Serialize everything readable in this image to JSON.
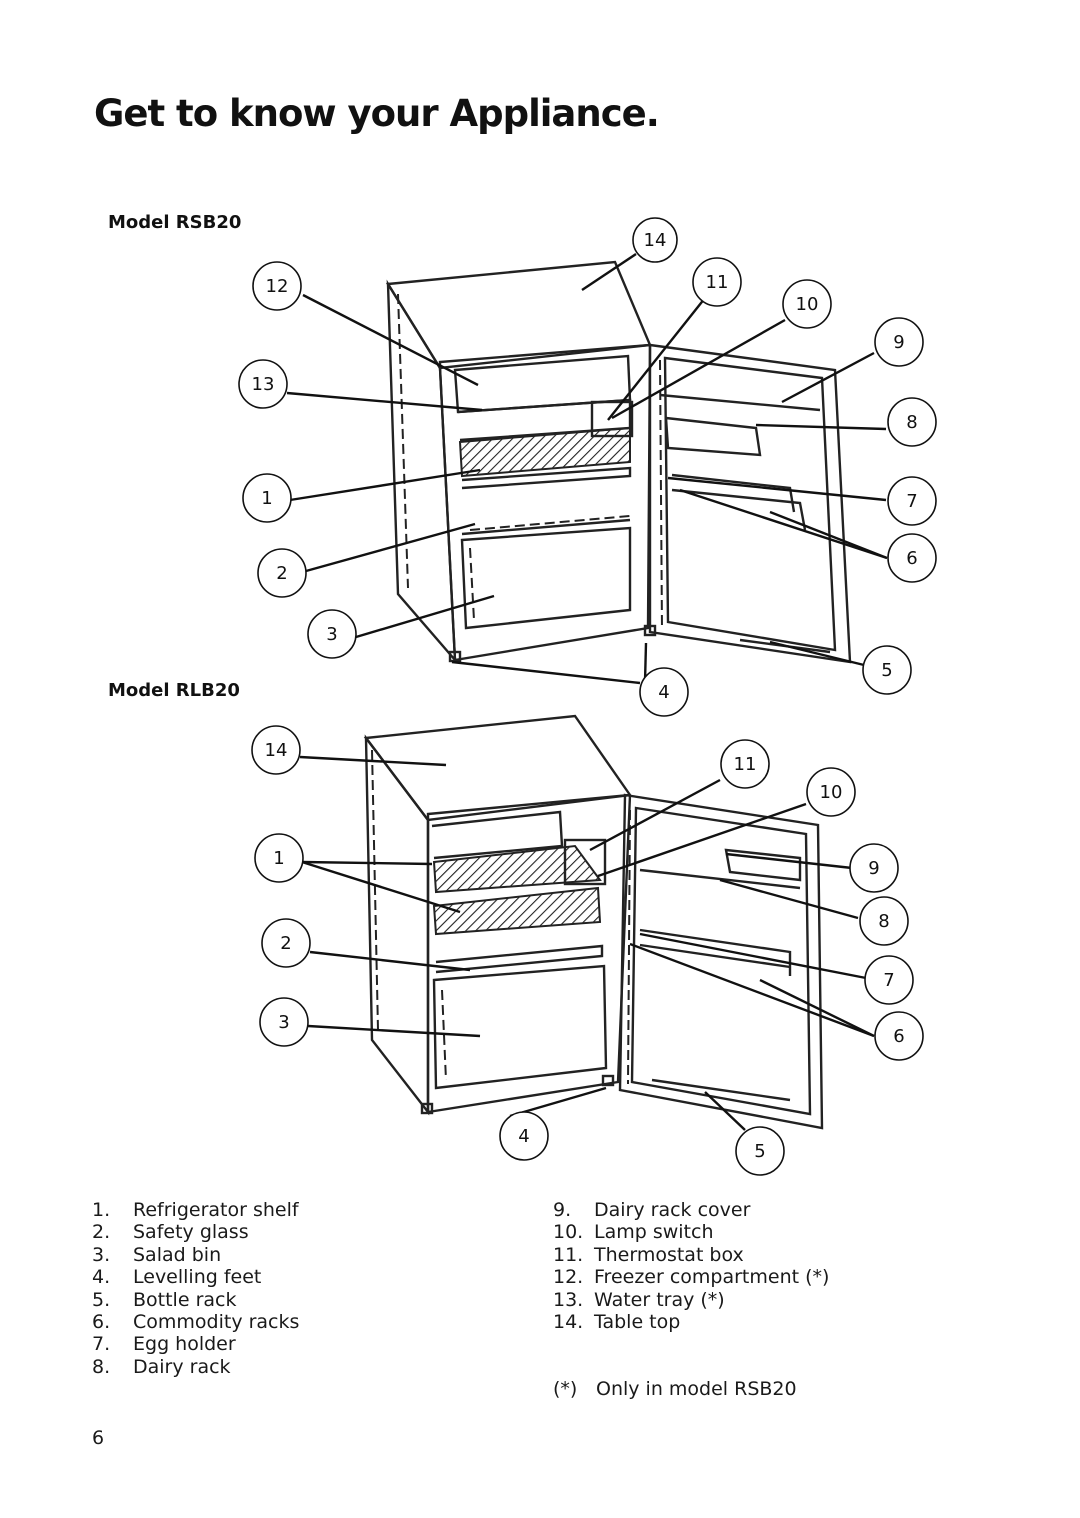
{
  "title": "Get to know your Appliance.",
  "models": {
    "rsb20": {
      "label": "Model RSB20",
      "callouts": [
        "14",
        "12",
        "11",
        "10",
        "9",
        "13",
        "8",
        "1",
        "7",
        "6",
        "2",
        "3",
        "5",
        "4"
      ]
    },
    "rlb20": {
      "label": "Model RLB20",
      "callouts": [
        "14",
        "11",
        "10",
        "1",
        "9",
        "2",
        "8",
        "7",
        "3",
        "6",
        "4",
        "5"
      ]
    }
  },
  "legend_left": [
    {
      "num": "1.",
      "text": "Refrigerator shelf"
    },
    {
      "num": "2.",
      "text": "Safety glass"
    },
    {
      "num": "3.",
      "text": "Salad bin"
    },
    {
      "num": "4.",
      "text": "Levelling feet"
    },
    {
      "num": "5.",
      "text": "Bottle rack"
    },
    {
      "num": "6.",
      "text": "Commodity racks"
    },
    {
      "num": "7.",
      "text": "Egg holder"
    },
    {
      "num": "8.",
      "text": "Dairy rack"
    }
  ],
  "legend_right": [
    {
      "num": "9.",
      "text": "Dairy rack cover"
    },
    {
      "num": "10.",
      "text": "Lamp switch"
    },
    {
      "num": "11.",
      "text": "Thermostat box"
    },
    {
      "num": "12.",
      "text": "Freezer compartment (*)"
    },
    {
      "num": "13.",
      "text": "Water tray (*)"
    },
    {
      "num": "14.",
      "text": "Table top"
    }
  ],
  "note": {
    "num": "(*)",
    "text": "Only in model RSB20"
  },
  "page_number": "6"
}
